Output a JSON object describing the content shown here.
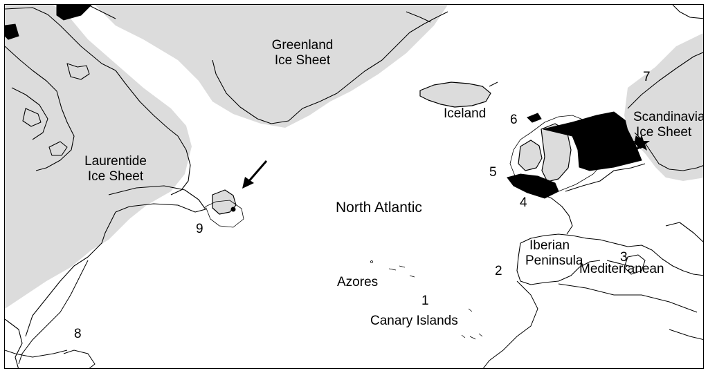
{
  "labels": {
    "greenland": [
      "Greenland",
      "Ice Sheet"
    ],
    "laurentide": [
      "Laurentide",
      "Ice Sheet"
    ],
    "scandinavian": [
      "Scandinavian",
      "Ice Sheet"
    ],
    "iceland": "Iceland",
    "north_atlantic": "North Atlantic",
    "iberian": [
      "Iberian",
      "Peninsula"
    ],
    "mediterranean": "Mediterranean",
    "azores": "Azores",
    "canary": "Canary Islands"
  },
  "site_numbers": [
    "1",
    "2",
    "3",
    "4",
    "5",
    "6",
    "7",
    "8",
    "9"
  ],
  "colors": {
    "ice_sheet": "#dcdcdc",
    "ocean": "#ffffff",
    "coastline": "#000000",
    "refugium": "#000000"
  },
  "icons": {
    "arrow": "arrow-icon",
    "star": "star-icon"
  }
}
